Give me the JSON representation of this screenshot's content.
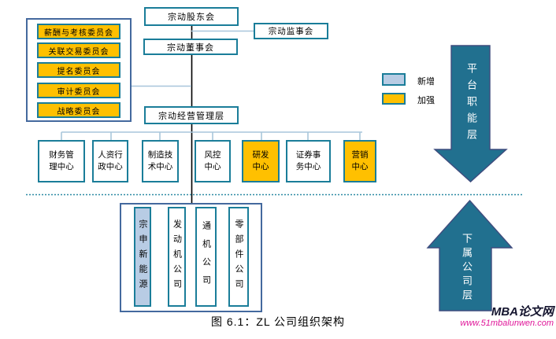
{
  "figure": {
    "caption": "图 6.1：ZL 公司组织架构"
  },
  "watermark": {
    "site_name": "MBA论文网",
    "site_url": "www.51mbalunwen.com"
  },
  "legend": {
    "new_label": "新增",
    "strengthened_label": "加强",
    "new_color": "#B8CCE4",
    "strengthened_color": "#FFC000"
  },
  "org": {
    "shareholders": "宗动股东会",
    "supervisors": "宗动监事会",
    "board": "宗动董事会",
    "management": "宗动经营管理层",
    "committees": [
      "薪酬与考核委员会",
      "关联交易委员会",
      "提名委员会",
      "审计委员会",
      "战略委员会"
    ],
    "centers": [
      {
        "label": "财务管理中心",
        "display": "财务管\n理中心",
        "status": "normal"
      },
      {
        "label": "人资行政中心",
        "display": "人资行\n政中心",
        "status": "normal"
      },
      {
        "label": "制造技术中心",
        "display": "制造技\n术中心",
        "status": "normal"
      },
      {
        "label": "风控中心",
        "display": "风控\n中心",
        "status": "normal"
      },
      {
        "label": "研发中心",
        "display": "研发\n中心",
        "status": "strengthened"
      },
      {
        "label": "证券事务中心",
        "display": "证券事\n务中心",
        "status": "normal"
      },
      {
        "label": "营销中心",
        "display": "营销\n中心",
        "status": "strengthened"
      }
    ],
    "subsidiaries": [
      {
        "label": "宗申新能源",
        "status": "new"
      },
      {
        "label": "发动机公司",
        "status": "normal"
      },
      {
        "label": "通机公司",
        "status": "normal"
      },
      {
        "label": "零部件公司",
        "status": "normal"
      }
    ]
  },
  "layers": {
    "platform_layer": "平台职能层",
    "subsidiary_layer": "下属公司层"
  },
  "colors": {
    "box_border": "#1A7D99",
    "container_border": "#44699E",
    "arrow_fill": "#21708F",
    "arrow_outline": "#3F4C7E",
    "connector_line": "#A8C6DB",
    "divider_dashed": "#2D8BA4",
    "highlight_yellow": "#FFC000",
    "highlight_blue": "#B8CCE4"
  }
}
